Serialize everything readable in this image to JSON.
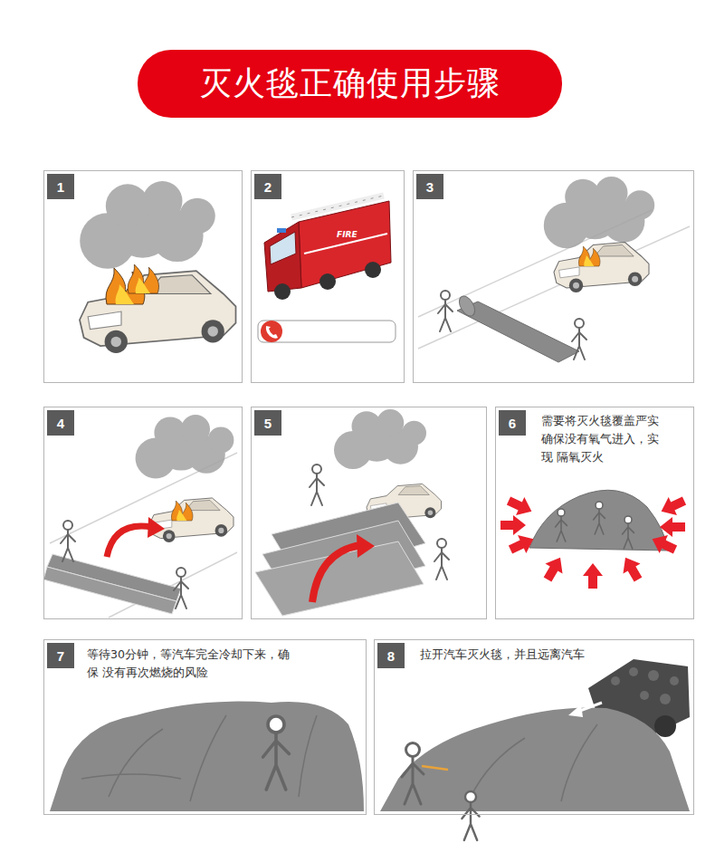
{
  "diagram": {
    "title": "灭火毯正确使用步骤",
    "nodes": [
      {
        "text": [
          "1"
        ]
      },
      {
        "text": [
          "2"
        ]
      },
      {
        "text": [
          "3"
        ]
      },
      {
        "text": [
          "4"
        ]
      },
      {
        "text": [
          "5"
        ]
      },
      {
        "text": [
          "6",
          "需要将灭火毯覆盖严实 确保没有氧气进入，实现 隔氧灭火"
        ]
      },
      {
        "text": [
          "7",
          "等待30分钟，等汽车完全冷却下来，确保 没有再次燃烧的风险"
        ]
      },
      {
        "text": [
          "8",
          "拉开汽车灭火毯，并且远离汽车"
        ]
      }
    ],
    "labels": [
      "FIRE"
    ]
  }
}
